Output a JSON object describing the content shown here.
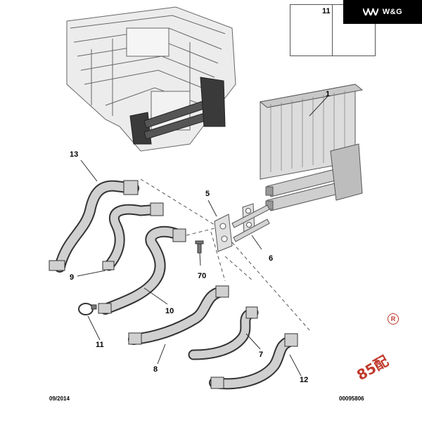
{
  "brand": {
    "text": "W&G",
    "logo": "wg-chevrons-logo"
  },
  "inset": {
    "callout": "11"
  },
  "callouts": {
    "c1": "1",
    "c5": "5",
    "c6": "6",
    "c70": "70",
    "c13": "13",
    "c9": "9",
    "c10": "10",
    "c11": "11",
    "c8": "8",
    "c7": "7",
    "c12": "12"
  },
  "footer": {
    "date": "09/2014",
    "ref": "00095806"
  },
  "watermark": {
    "text": "85配",
    "registered": "R",
    "color": "#c0392b"
  },
  "colors": {
    "line": "#555555",
    "part_fill": "#d9d9d9",
    "dark_fill": "#3a3a3a"
  }
}
